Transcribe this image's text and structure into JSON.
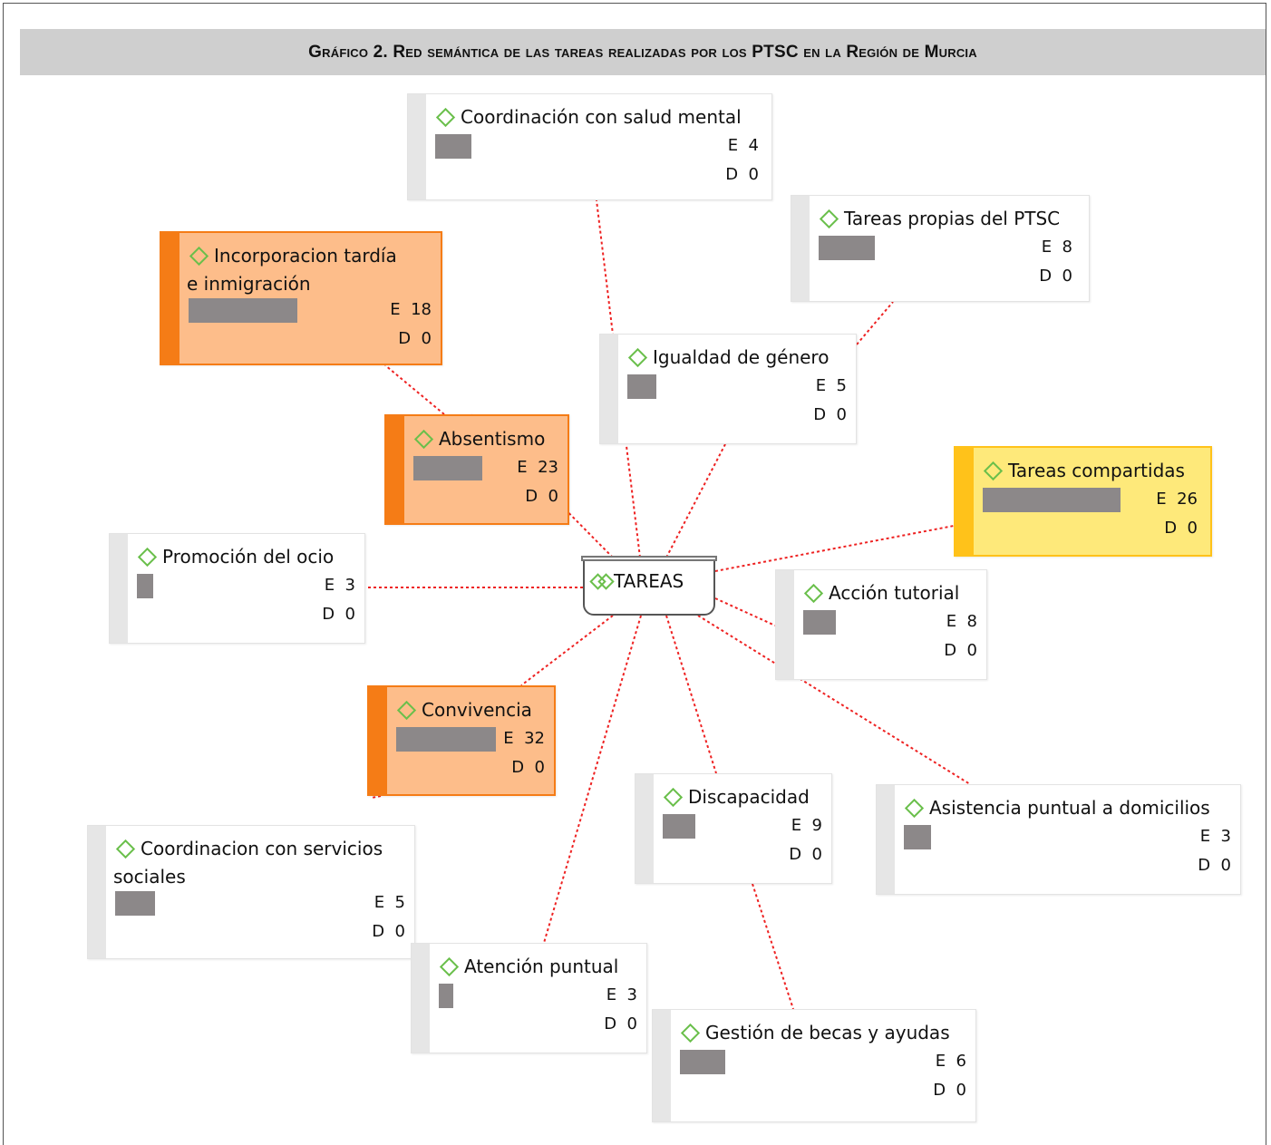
{
  "title": "Gráfico 2. Red semántica de las tareas realizadas por los PTSC en la Región de Murcia",
  "root": {
    "label": "TAREAS",
    "icon": "double-diamond-icon"
  },
  "colors": {
    "edge": "#ee2222",
    "orange_fill": "#fdbd8a",
    "orange_border": "#f57c16",
    "yellow_fill": "#fee97a",
    "yellow_border": "#ffc21a",
    "bar": "#8c8889",
    "code_icon": "#6abf4b"
  },
  "nodes": [
    {
      "id": "coordinacion-salud-mental",
      "label": "Coordinación con salud mental",
      "E": "4",
      "D": "0",
      "style": "plain"
    },
    {
      "id": "tareas-propias",
      "label": "Tareas propias del PTSC",
      "E": "8",
      "D": "0",
      "style": "plain"
    },
    {
      "id": "incorporacion-tardia",
      "label": "Incorporacion tardía e inmigración",
      "E": "18",
      "D": "0",
      "style": "orange"
    },
    {
      "id": "igualdad-genero",
      "label": "Igualdad de género",
      "E": "5",
      "D": "0",
      "style": "plain"
    },
    {
      "id": "absentismo",
      "label": "Absentismo",
      "E": "23",
      "D": "0",
      "style": "orange"
    },
    {
      "id": "tareas-compartidas",
      "label": "Tareas compartidas",
      "E": "26",
      "D": "0",
      "style": "yellow"
    },
    {
      "id": "promocion-ocio",
      "label": "Promoción del ocio",
      "E": "3",
      "D": "0",
      "style": "plain"
    },
    {
      "id": "accion-tutorial",
      "label": "Acción tutorial",
      "E": "8",
      "D": "0",
      "style": "plain"
    },
    {
      "id": "convivencia",
      "label": "Convivencia",
      "E": "32",
      "D": "0",
      "style": "orange"
    },
    {
      "id": "discapacidad",
      "label": "Discapacidad",
      "E": "9",
      "D": "0",
      "style": "plain"
    },
    {
      "id": "asistencia-domicilios",
      "label": "Asistencia puntual a domicilios",
      "E": "3",
      "D": "0",
      "style": "plain"
    },
    {
      "id": "coordinacion-servicios-sociales",
      "label": "Coordinacion con servicios sociales",
      "E": "5",
      "D": "0",
      "style": "plain"
    },
    {
      "id": "atencion-puntual",
      "label": "Atención puntual",
      "E": "3",
      "D": "0",
      "style": "plain"
    },
    {
      "id": "gestion-becas",
      "label": "Gestión de becas y ayudas",
      "E": "6",
      "D": "0",
      "style": "plain"
    }
  ],
  "edges": [
    [
      "root",
      "coordinacion-salud-mental"
    ],
    [
      "root",
      "igualdad-genero"
    ],
    [
      "igualdad-genero",
      "tareas-propias"
    ],
    [
      "absentismo",
      "incorporacion-tardia"
    ],
    [
      "root",
      "absentismo"
    ],
    [
      "root",
      "tareas-compartidas"
    ],
    [
      "root",
      "promocion-ocio"
    ],
    [
      "root",
      "accion-tutorial"
    ],
    [
      "root",
      "convivencia"
    ],
    [
      "root",
      "discapacidad"
    ],
    [
      "root",
      "asistencia-domicilios"
    ],
    [
      "convivencia",
      "coordinacion-servicios-sociales"
    ],
    [
      "root",
      "atencion-puntual"
    ],
    [
      "discapacidad",
      "gestion-becas"
    ]
  ]
}
